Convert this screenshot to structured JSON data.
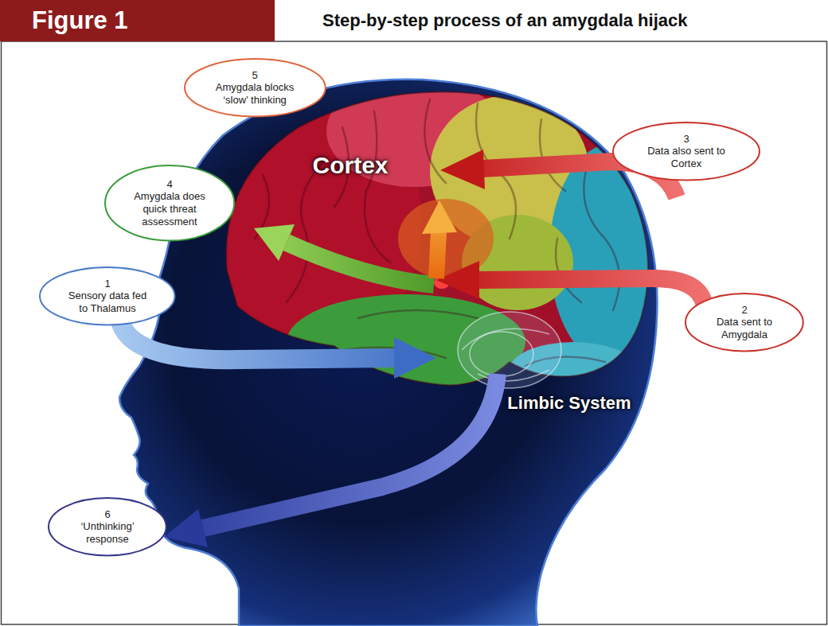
{
  "diagram": {
    "title": "Step-by-step process of an amygdala hijack",
    "nodes": [
      {
        "text": [
          "Figure 1"
        ]
      },
      {
        "text": [
          "1",
          "Sensory data fed to Thalamus"
        ]
      },
      {
        "text": [
          "2",
          "Data sent to Amygdala"
        ]
      },
      {
        "text": [
          "3",
          "Data also sent to Cortex"
        ]
      },
      {
        "text": [
          "4",
          "Amygdala does quick threat assessment"
        ]
      },
      {
        "text": [
          "5",
          "Amygdala blocks ‘slow’ thinking"
        ]
      },
      {
        "text": [
          "6",
          "‘Unthinking’ response"
        ]
      }
    ],
    "labels": [
      "Cortex",
      "Limbic System"
    ]
  }
}
